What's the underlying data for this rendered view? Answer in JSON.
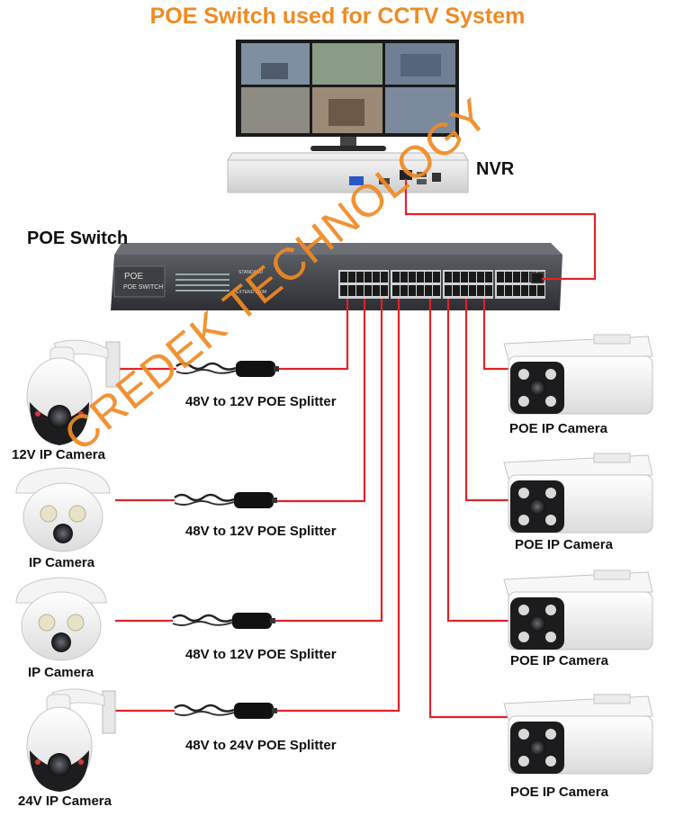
{
  "title": "POE Switch used for CCTV System",
  "nvr_label": "NVR",
  "switch_label": "POE Switch",
  "switch_panel": {
    "brand": "POE",
    "model": "POE SWITCH",
    "standard": "STANDARD",
    "extend": "EXTEND 250M"
  },
  "watermark": "CREDEK TECHNOLOGY",
  "left_devices": [
    {
      "camera_label": "12V IP Camera",
      "splitter_label": "48V to 12V POE Splitter"
    },
    {
      "camera_label": "IP Camera",
      "splitter_label": "48V to 12V POE Splitter"
    },
    {
      "camera_label": "IP Camera",
      "splitter_label": "48V to 12V POE Splitter"
    },
    {
      "camera_label": "24V IP Camera",
      "splitter_label": "48V to 24V POE Splitter"
    }
  ],
  "right_devices": [
    {
      "camera_label": "POE IP Camera"
    },
    {
      "camera_label": "POE IP Camera"
    },
    {
      "camera_label": "POE IP Camera"
    },
    {
      "camera_label": "POE IP Camera"
    }
  ],
  "colors": {
    "title": "#f08a24",
    "cable": "#e0232a",
    "watermark": "#f08a24"
  }
}
